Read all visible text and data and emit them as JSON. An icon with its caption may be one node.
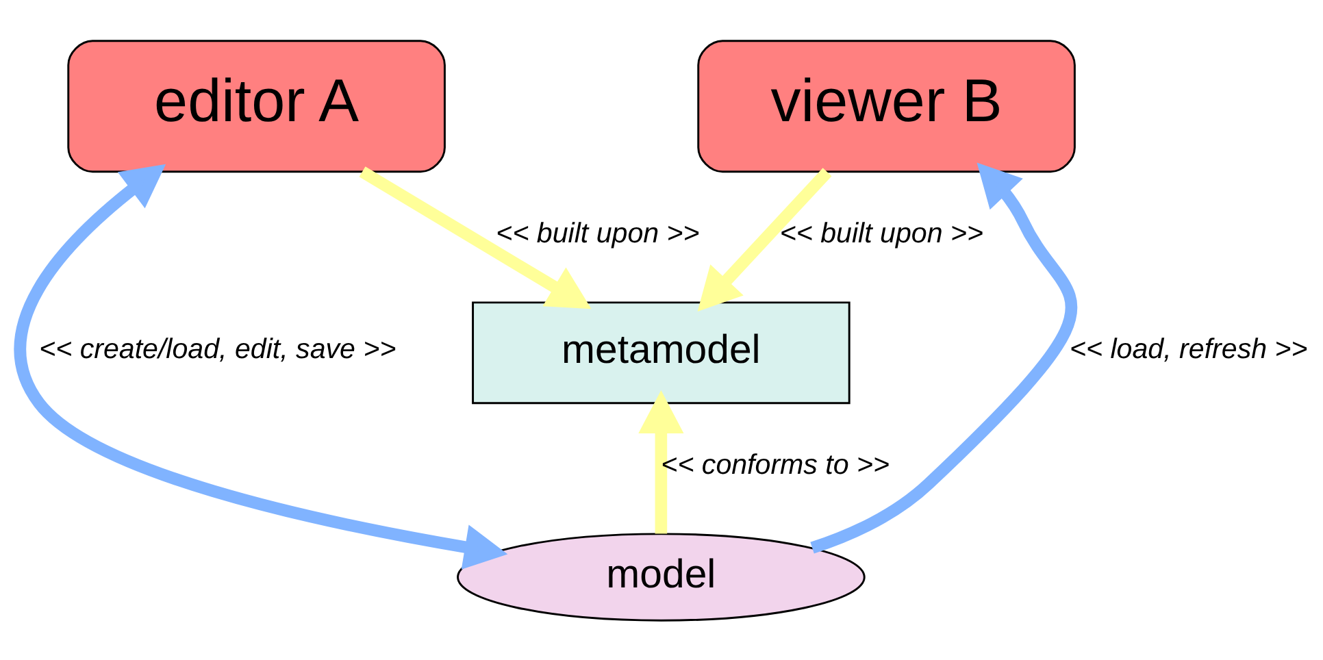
{
  "diagram": {
    "nodes": [
      {
        "text": [
          "editor A"
        ]
      },
      {
        "text": [
          "viewer B"
        ]
      },
      {
        "text": [
          "metamodel"
        ]
      },
      {
        "text": [
          "model"
        ]
      }
    ],
    "edges": [
      {
        "from": 0,
        "to": 2,
        "arrow": "to",
        "label": "<< built upon >>"
      },
      {
        "from": 1,
        "to": 2,
        "arrow": "to",
        "label": "<< built upon >>"
      },
      {
        "from": 3,
        "to": 2,
        "arrow": "to",
        "label": "<< conforms to >>"
      },
      {
        "from": 0,
        "to": 3,
        "arrow": "both",
        "label": "<< create/load, edit, save >>",
        "color": "#80b3ff"
      },
      {
        "from": 3,
        "to": 1,
        "arrow": "to",
        "label": "<< load, refresh >>",
        "color": "#80b3ff"
      }
    ]
  }
}
